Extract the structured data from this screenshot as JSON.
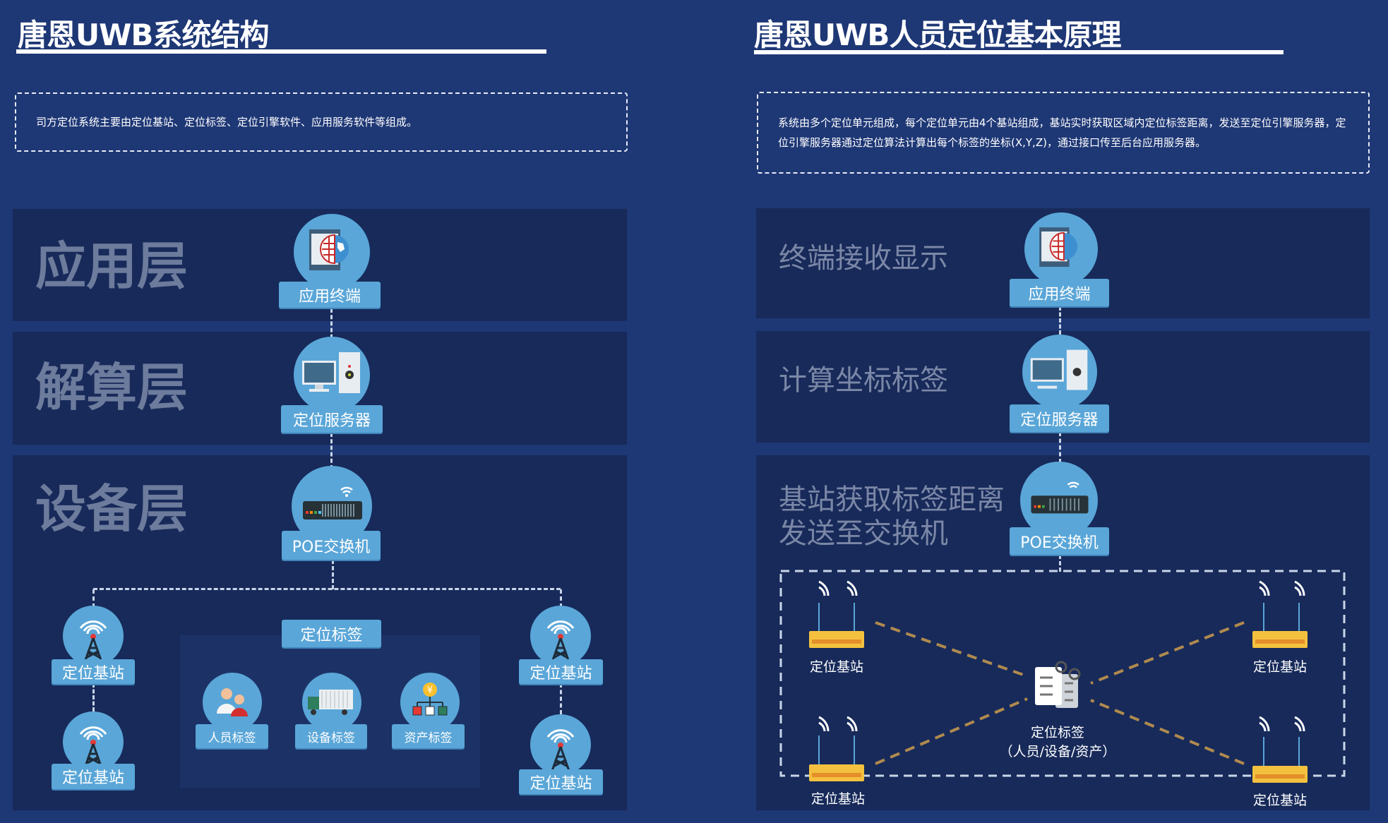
{
  "left": {
    "title": "唐恩UWB系统结构",
    "description": "司方定位系统主要由定位基站、定位标签、定位引擎软件、应用服务软件等组成。",
    "layers": {
      "app": "应用层",
      "calc": "解算层",
      "device": "设备层"
    },
    "nodes": {
      "terminal": "应用终端",
      "server": "定位服务器",
      "switch": "POE交换机",
      "anchor": "定位基站",
      "tag_group": "定位标签"
    },
    "tags": [
      "人员标签",
      "设备标签",
      "资产标签"
    ]
  },
  "right": {
    "title": "唐恩UWB人员定位基本原理",
    "description": "系统由多个定位单元组成，每个定位单元由4个基站组成，基站实时获取区域内定位标签距离，发送至定位引擎服务器，定位引擎服务器通过定位算法计算出每个标签的坐标(X,Y,Z)，通过接口传至后台应用服务器。",
    "steps": {
      "display": "终端接收显示",
      "calc": "计算坐标标签",
      "acquire_line1": "基站获取标签距离",
      "acquire_line2": "发送至交换机"
    },
    "nodes": {
      "terminal": "应用终端",
      "server": "定位服务器",
      "switch": "POE交换机",
      "anchor": "定位基站",
      "tag": "定位标签",
      "tag_types": "（人员/设备/资产）"
    }
  },
  "colors": {
    "background": "#1e3775",
    "panel": "#172a5a",
    "node": "#5aa6d8",
    "router": "#f4c13f",
    "link": "#b08a4e"
  }
}
